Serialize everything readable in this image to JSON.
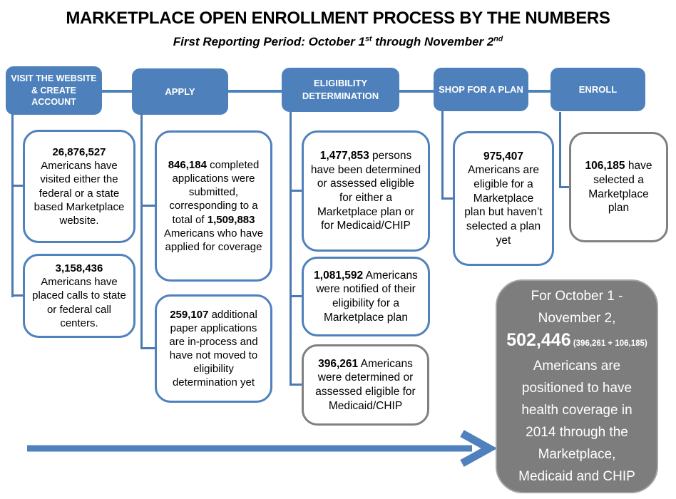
{
  "page": {
    "title": "MARKETPLACE OPEN ENROLLMENT PROCESS BY THE NUMBERS",
    "subtitle_segments": [
      {
        "text": "First Reporting Period: October 1"
      },
      {
        "text": "st",
        "sup": true
      },
      {
        "text": " through November 2"
      },
      {
        "text": "nd",
        "sup": true
      }
    ]
  },
  "colors": {
    "stage_blue": "#4e81bc",
    "box_border_blue": "#4f81bd",
    "box_border_gray": "#808080",
    "summary_gray": "#7d7d7d",
    "arrow_blue": "#4f81bd"
  },
  "stages": [
    {
      "label": "VISIT THE WEBSITE & CREATE ACCOUNT"
    },
    {
      "label": "APPLY"
    },
    {
      "label": "ELIGIBILITY DETERMINATION"
    },
    {
      "label": "SHOP FOR A PLAN"
    },
    {
      "label": "ENROLL"
    }
  ],
  "stat_boxes": [
    {
      "id": "visits",
      "style": "blue",
      "segments": [
        {
          "text": "26,876,527",
          "bold": true
        },
        {
          "text": " Americans have visited either the federal or a state based Marketplace website."
        }
      ]
    },
    {
      "id": "calls",
      "style": "blue",
      "segments": [
        {
          "text": "3,158,436",
          "bold": true
        },
        {
          "text": " Americans have placed calls to state or federal call centers."
        }
      ]
    },
    {
      "id": "apps",
      "style": "blue",
      "segments": [
        {
          "text": "846,184",
          "bold": true
        },
        {
          "text": " completed applications were submitted, corresponding to a total of "
        },
        {
          "text": "1,509,883",
          "bold": true
        },
        {
          "text": " Americans who have applied for coverage"
        }
      ]
    },
    {
      "id": "paper",
      "style": "blue",
      "segments": [
        {
          "text": "259,107",
          "bold": true
        },
        {
          "text": " additional paper applications are in-process and have not moved to eligibility determination yet"
        }
      ]
    },
    {
      "id": "eligible",
      "style": "blue",
      "segments": [
        {
          "text": "1,477,853",
          "bold": true
        },
        {
          "text": " persons have been determined or assessed eligible for either a Marketplace plan or for Medicaid/CHIP"
        }
      ]
    },
    {
      "id": "notified",
      "style": "blue",
      "segments": [
        {
          "text": "1,081,592",
          "bold": true
        },
        {
          "text": " Americans were notified of their eligibility for a Marketplace plan"
        }
      ]
    },
    {
      "id": "medicaid",
      "style": "gray",
      "segments": [
        {
          "text": "396,261",
          "bold": true
        },
        {
          "text": " Americans were determined or assessed eligible for Medicaid/CHIP"
        }
      ]
    },
    {
      "id": "shop",
      "style": "blue",
      "segments": [
        {
          "text": "975,407",
          "bold": true
        },
        {
          "text": " Americans are eligible for a Marketplace plan but haven’t selected a plan yet"
        }
      ]
    },
    {
      "id": "enrolled",
      "style": "gray",
      "segments": [
        {
          "text": "106,185",
          "bold": true
        },
        {
          "text": " have selected a Marketplace plan"
        }
      ]
    }
  ],
  "summary": {
    "lines": [
      [
        {
          "text": "For October 1 -"
        }
      ],
      [
        {
          "text": "November 2,"
        }
      ],
      [
        {
          "text": "502,446",
          "cls": "num-big"
        },
        {
          "text": " (396,261 + 106,185)",
          "cls": "num-small"
        }
      ],
      [
        {
          "text": "Americans are"
        }
      ],
      [
        {
          "text": "positioned to have"
        }
      ],
      [
        {
          "text": "health coverage in"
        }
      ],
      [
        {
          "text": "2014 through the"
        }
      ],
      [
        {
          "text": "Marketplace,"
        }
      ],
      [
        {
          "text": "Medicaid and CHIP"
        }
      ]
    ]
  }
}
